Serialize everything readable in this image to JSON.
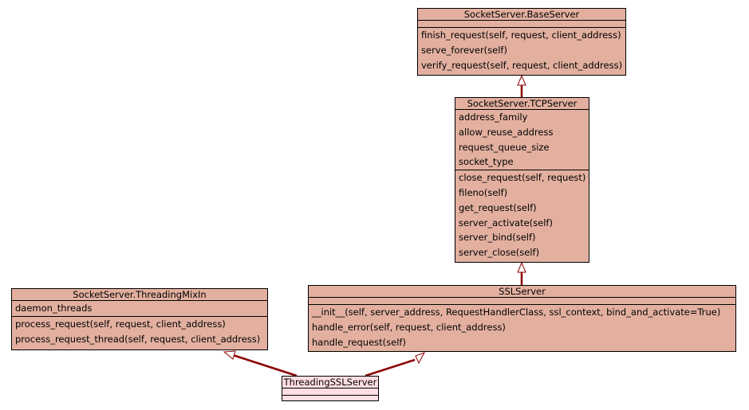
{
  "classes": {
    "base_server": {
      "name": "SocketServer.BaseServer",
      "attributes": [],
      "methods": [
        "finish_request(self, request, client_address)",
        "serve_forever(self)",
        "verify_request(self, request, client_address)"
      ]
    },
    "tcp_server": {
      "name": "SocketServer.TCPServer",
      "attributes": [
        "address_family",
        "allow_reuse_address",
        "request_queue_size",
        "socket_type"
      ],
      "methods": [
        "close_request(self, request)",
        "fileno(self)",
        "get_request(self)",
        "server_activate(self)",
        "server_bind(self)",
        "server_close(self)"
      ]
    },
    "threading_mixin": {
      "name": "SocketServer.ThreadingMixIn",
      "attributes": [
        "daemon_threads"
      ],
      "methods": [
        "process_request(self, request, client_address)",
        "process_request_thread(self, request, client_address)"
      ]
    },
    "ssl_server": {
      "name": "SSLServer",
      "attributes": [],
      "methods": [
        "__init__(self, server_address, RequestHandlerClass, ssl_context, bind_and_activate=True)",
        "handle_error(self, request, client_address)",
        "handle_request(self)"
      ]
    },
    "threading_ssl_server": {
      "name": "ThreadingSSLServer",
      "attributes": [],
      "methods": []
    }
  },
  "colors": {
    "class_fill": "#e3b0a0",
    "highlight_fill": "#ffdde0",
    "edge": "#8b0000"
  }
}
